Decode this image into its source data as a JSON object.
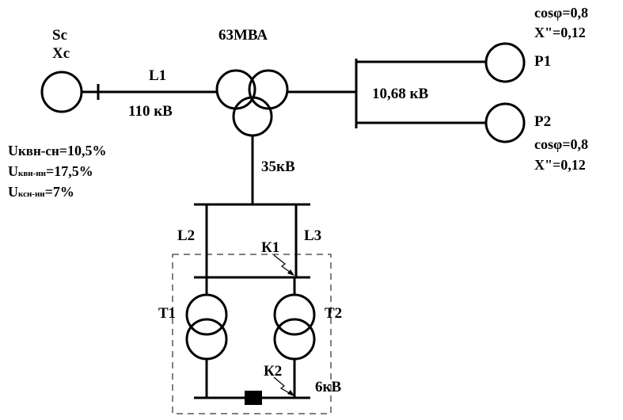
{
  "source": {
    "line1": "Sc",
    "line2": "Xc"
  },
  "transformer_main": {
    "rating": "63МВА"
  },
  "line_l1": {
    "name": "L1",
    "voltage": "110 кВ"
  },
  "bus_hv": {
    "voltage": "10,68 кВ"
  },
  "generator_p1": {
    "name": "P1",
    "cos": "cosφ=0,8",
    "x": "X\"=0,12"
  },
  "generator_p2": {
    "name": "P2",
    "cos": "cosφ=0,8",
    "x": "X\"=0,12"
  },
  "impedances": {
    "u1_main": "U",
    "u1_sub": "квн-сн",
    "u1_val": "=10,5%",
    "u2_main": "U",
    "u2_sub": "квн-нн",
    "u2_val": "=17,5%",
    "u3_main": "U",
    "u3_sub": "ксн-нн",
    "u3_val": "=7%"
  },
  "bus_35": {
    "voltage": "35кВ"
  },
  "line_l2": {
    "name": "L2"
  },
  "line_l3": {
    "name": "L3"
  },
  "fault_k1": {
    "name": "К1"
  },
  "fault_k2": {
    "name": "К2"
  },
  "transformer_t1": {
    "name": "T1"
  },
  "transformer_t2": {
    "name": "T2"
  },
  "bus_6": {
    "voltage": "6кВ"
  }
}
